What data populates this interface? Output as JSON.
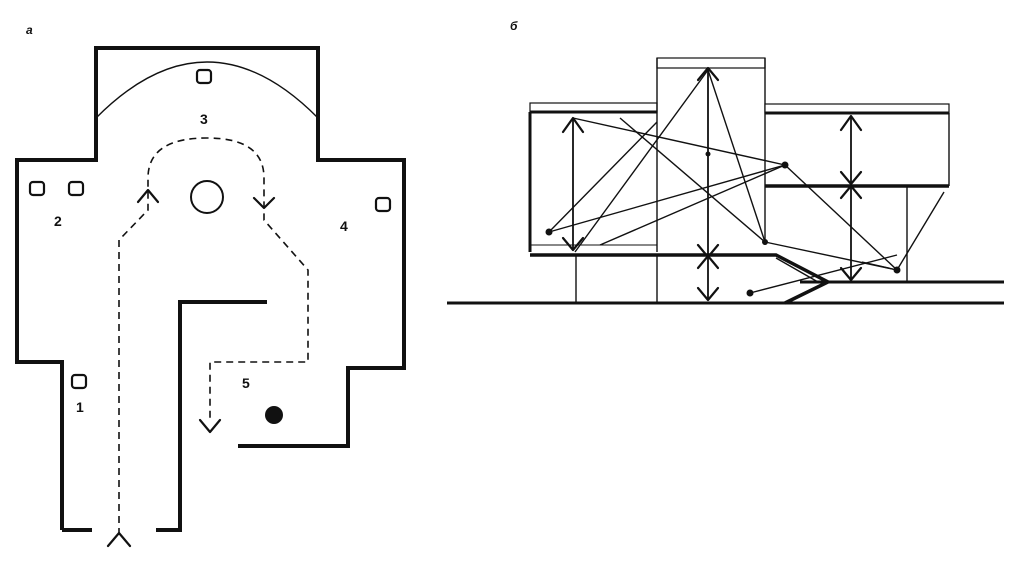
{
  "panel_a": {
    "label": "а",
    "room_labels": [
      "1",
      "2",
      "3",
      "4",
      "5"
    ]
  },
  "panel_b": {
    "label": "б"
  },
  "icons": {
    "exhibit_marker": "square-marker-icon",
    "central_object": "circle-icon",
    "end_point": "filled-dot-icon",
    "direction": "chevron-arrow-icon"
  }
}
